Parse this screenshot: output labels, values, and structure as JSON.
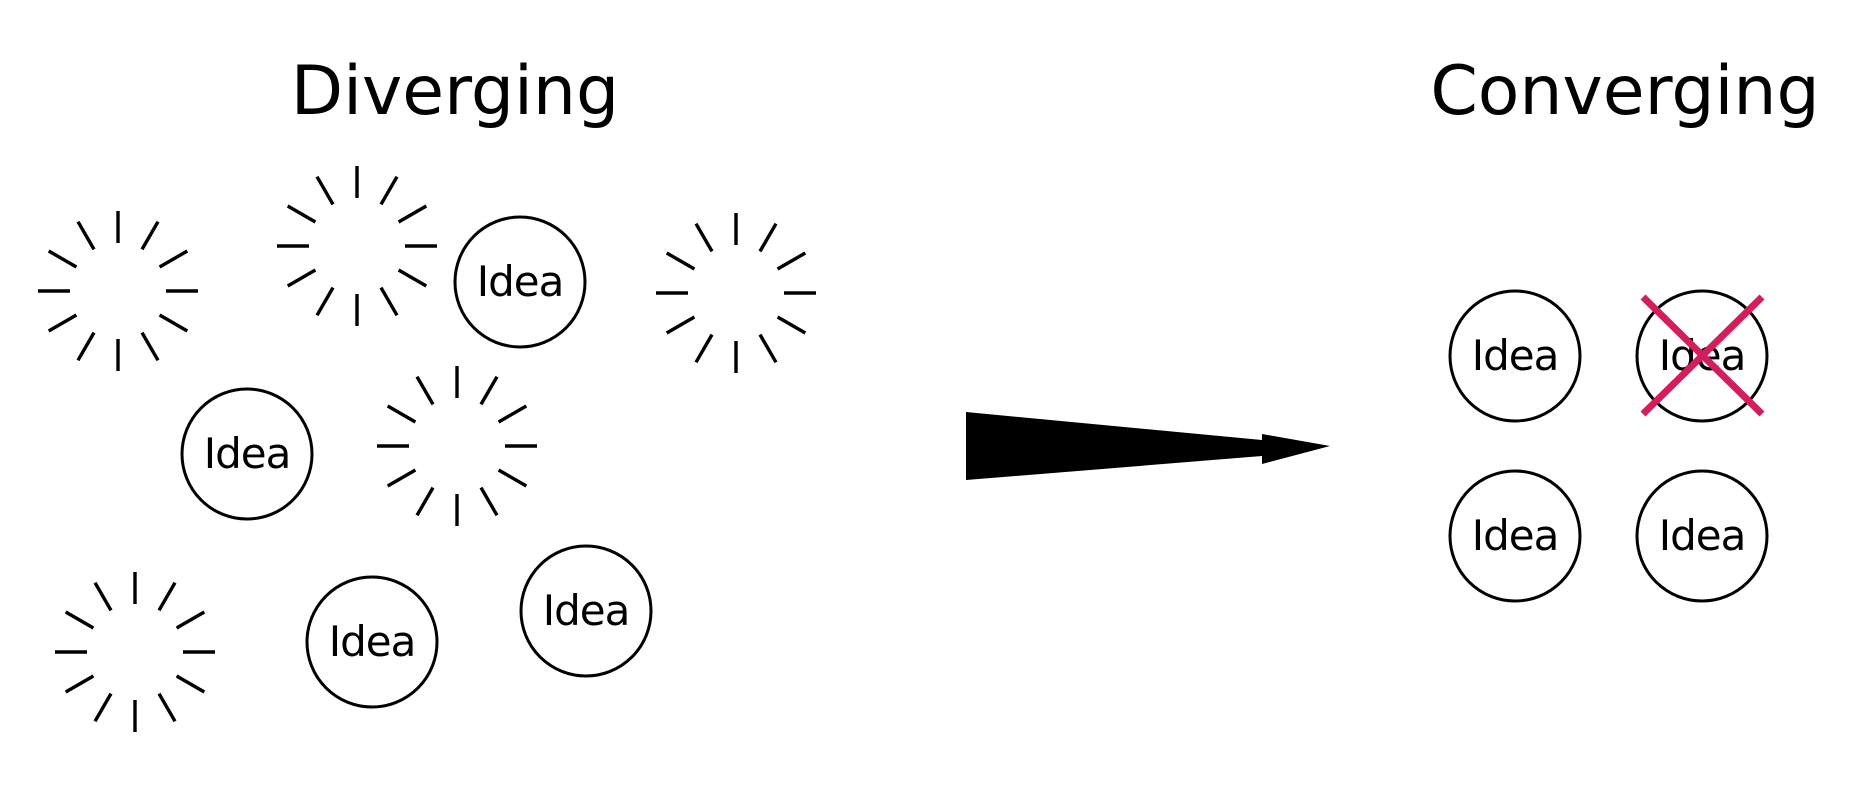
{
  "diverging": {
    "title": "Diverging",
    "idea_label": "Idea",
    "ideas": [
      "Idea",
      "Idea",
      "Idea",
      "Idea"
    ],
    "unformed_idea_count": 5
  },
  "converging": {
    "title": "Converging",
    "ideas": [
      {
        "label": "Idea",
        "rejected": false
      },
      {
        "label": "Idea",
        "rejected": true
      },
      {
        "label": "Idea",
        "rejected": false
      },
      {
        "label": "Idea",
        "rejected": false
      }
    ]
  },
  "colors": {
    "ink": "#000000",
    "reject_mark": "#d31d5d",
    "background": "#ffffff"
  },
  "icons": {
    "unformed_idea": "sparkle-burst-icon",
    "transition": "arrow-right-icon",
    "rejected": "cross-mark-icon"
  }
}
